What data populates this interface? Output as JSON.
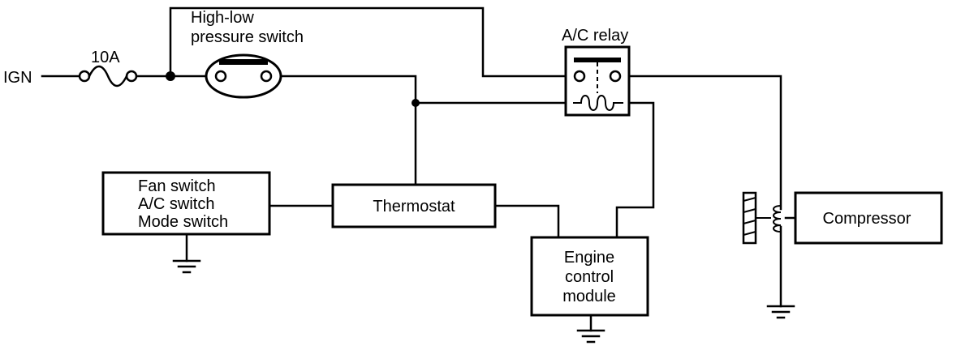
{
  "diagram": {
    "ign_label": "IGN",
    "fuse_rating": "10A",
    "pressure_switch": {
      "line1": "High-low",
      "line2": "pressure switch"
    },
    "relay_label": "A/C relay",
    "switches_box": {
      "line1": "Fan switch",
      "line2": "A/C switch",
      "line3": "Mode switch"
    },
    "thermostat_label": "Thermostat",
    "ecm": {
      "line1": "Engine",
      "line2": "control",
      "line3": "module"
    },
    "compressor_label": "Compressor"
  }
}
